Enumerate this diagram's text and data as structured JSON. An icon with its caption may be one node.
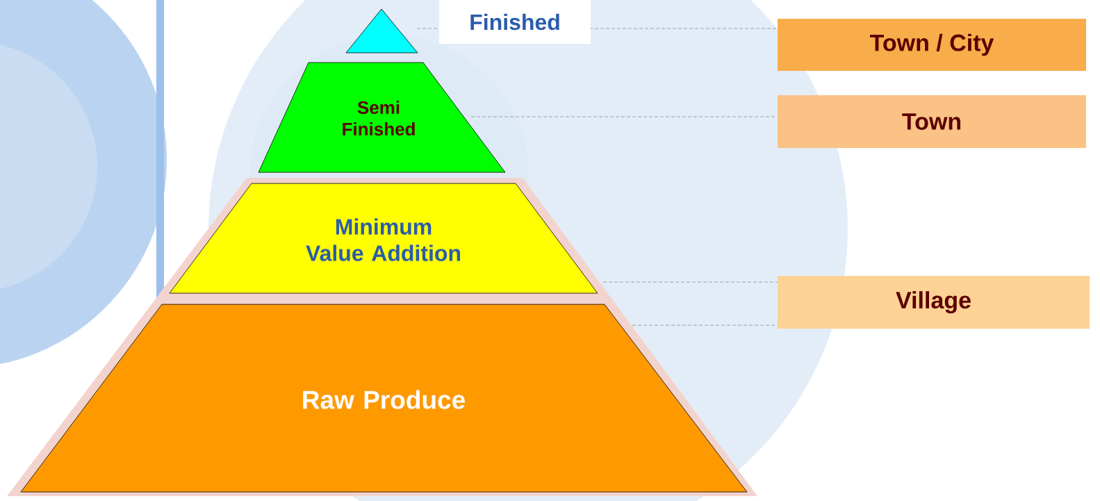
{
  "diagram": {
    "nodes": [
      {
        "text": [],
        "shape": "triangle",
        "beside": [
          "Finished"
        ]
      },
      {
        "text": [
          "Semi Finished"
        ]
      },
      {
        "text": [
          "Minimum Value Addition"
        ]
      },
      {
        "text": [
          "Raw Produce"
        ]
      },
      {
        "text": [
          "Town / City"
        ]
      },
      {
        "text": [
          "Town"
        ]
      },
      {
        "text": [
          "Village"
        ]
      }
    ],
    "edges": [
      {
        "from": 0,
        "to": 4,
        "arrow": "none",
        "style": "dashed"
      },
      {
        "from": 1,
        "to": 5,
        "arrow": "none",
        "style": "dashed"
      },
      {
        "from": 2,
        "to": 6,
        "arrow": "none",
        "style": "dashed"
      },
      {
        "from": 3,
        "to": 6,
        "arrow": "none",
        "style": "dashed"
      }
    ]
  }
}
